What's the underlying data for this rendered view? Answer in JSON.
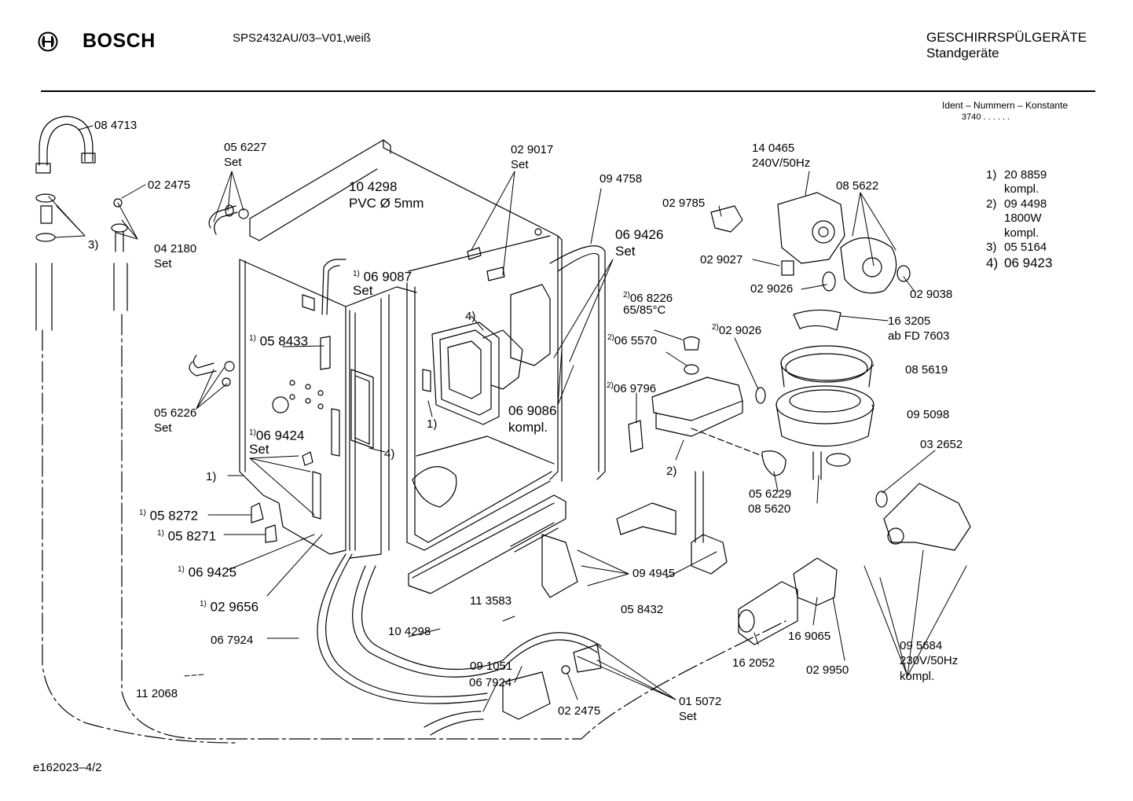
{
  "header": {
    "brand": "BOSCH",
    "model": "SPS2432AU/03–V01,weiß",
    "category_line1": "GESCHIRRSPÜLGERÄTE",
    "category_line2": "Standgeräte"
  },
  "ident": {
    "title": "Ident – Nummern – Konstante",
    "value": "3740 . .   . . . ."
  },
  "legend": [
    {
      "num": "1)",
      "line1": "20 8859",
      "line2": "kompl."
    },
    {
      "num": "2)",
      "line1": "09 4498",
      "line2": "1800W",
      "line3": "kompl."
    },
    {
      "num": "3)",
      "line1": "05 5164"
    },
    {
      "num": "4)",
      "line1": "06 9423"
    }
  ],
  "parts": {
    "p084713": "08 4713",
    "p022475a": "02 2475",
    "p042180": "04 2180",
    "set": "Set",
    "p056227": "05 6227",
    "p104298a": "10 4298",
    "pvc": "PVC Ø 5mm",
    "p029017": "02 9017",
    "p094758": "09 4758",
    "p140465": "14 0465",
    "v240": "240V/50Hz",
    "p029785": "02 9785",
    "p085622": "08 5622",
    "p029027": "02 9027",
    "p029026a": "02 9026",
    "p029038": "02 9038",
    "p069426": "06 9426",
    "p069087": "06 9087",
    "p058433": "05 8433",
    "p068226": "06 8226",
    "temp": "65/85°C",
    "p029026b": "02 9026",
    "p163205": "16 3205",
    "abfd": "ab FD 7603",
    "p065570": "06 5570",
    "p085619": "08 5619",
    "p069796": "06 9796",
    "p095098": "09 5098",
    "p056226": "05 6226",
    "p069086": "06 9086",
    "kompl": "kompl.",
    "p069424": "06 9424",
    "p032652": "03 2652",
    "p056229": "05 6229",
    "p085620": "08 5620",
    "p058272": "05 8272",
    "p058271": "05 8271",
    "p069425": "06 9425",
    "p094945": "09 4945",
    "p029656": "02 9656",
    "p058432": "05 8432",
    "p113583": "11 3583",
    "p104298b": "10 4298",
    "p067924a": "06 7924",
    "p169065": "16 9065",
    "p095684": "09 5684",
    "v230": "230V/50Hz",
    "p162052": "16 2052",
    "p029950": "02 9950",
    "p091051": "09 1051",
    "p067924b": "06 7924",
    "p112068": "11 2068",
    "p022475b": "02 2475",
    "p015072": "01 5072",
    "m1": "1)",
    "m2": "2)",
    "m3": "3)",
    "m4": "4)",
    "s1": "1)",
    "s2": "2)"
  },
  "footer": {
    "code": "e162023–4/2"
  }
}
